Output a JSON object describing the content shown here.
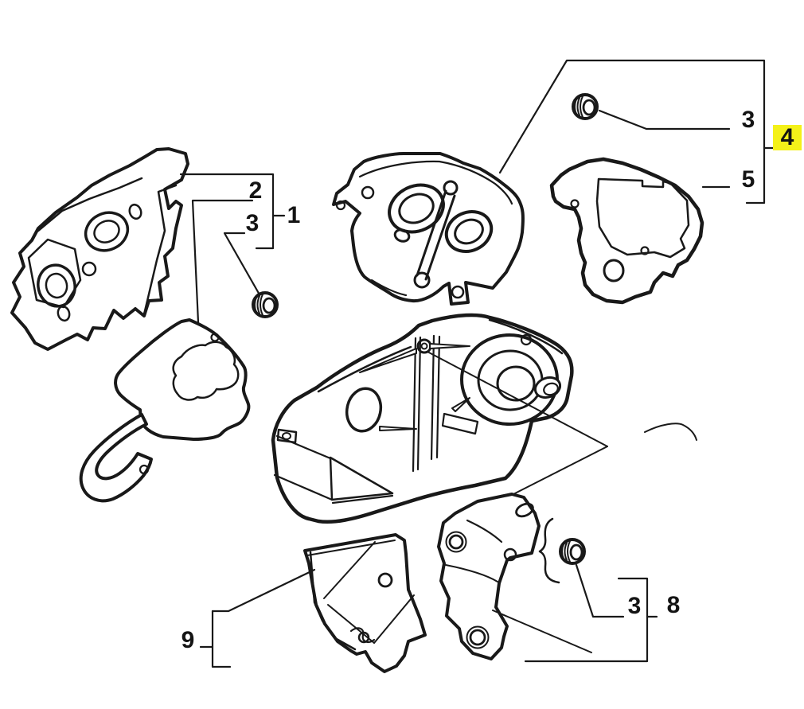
{
  "canvas": {
    "background": "#ffffff",
    "line_color": "#191919"
  },
  "selection": {
    "selected_callout": "4",
    "highlight_color": "#f4f119"
  },
  "callouts": {
    "left": {
      "part_2": "2",
      "part_3": "3",
      "group_1": "1"
    },
    "top_right": {
      "part_3": "3",
      "group_4": "4",
      "part_5": "5"
    },
    "bottom_right": {
      "part_3": "3",
      "group_8": "8"
    },
    "bottom_left": {
      "group_9": "9"
    }
  }
}
